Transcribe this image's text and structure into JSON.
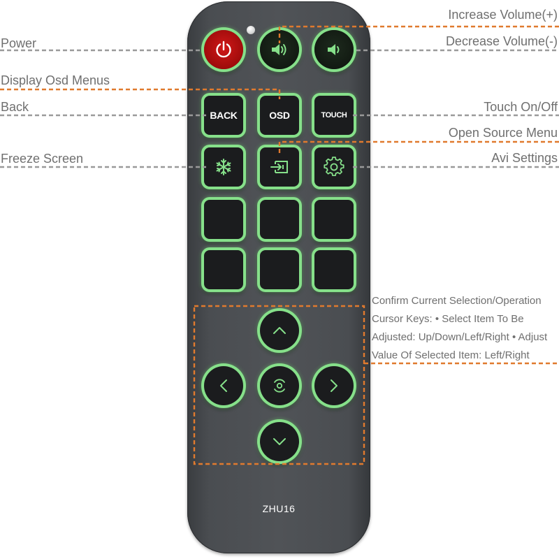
{
  "remote": {
    "model": "ZHU16"
  },
  "buttons": {
    "back_label": "BACK",
    "osd_label": "OSD",
    "touch_label": "TOUCH"
  },
  "callouts": {
    "power": "Power",
    "increase_volume": "Increase Volume(+)",
    "decrease_volume": "Decrease Volume(-)",
    "display_osd": "Display Osd Menus",
    "back": "Back",
    "touch": "Touch On/Off",
    "open_source": "Open Source Menu",
    "freeze": "Freeze Screen",
    "avi_settings": "Avi Settings",
    "cursor_notes": [
      "Confirm Current Selection/Operation",
      "Cursor Keys: • Select Item To Be",
      "Adjusted: Up/Down/Left/Right • Adjust",
      "Value Of Selected Item: Left/Right"
    ]
  },
  "colors": {
    "accent_glow": "#86e08a",
    "gray_leader": "#9a9a9a",
    "orange_leader": "#e07a2e",
    "power_red": "#c81010",
    "remote_body": "#4c4f53"
  },
  "icons": {
    "power": "power-icon",
    "volume_up": "speaker-up-icon",
    "volume_down": "speaker-down-icon",
    "freeze": "snowflake-icon",
    "source": "input-source-icon",
    "settings": "gear-icon",
    "up": "chevron-up-icon",
    "down": "chevron-down-icon",
    "left": "chevron-left-icon",
    "right": "chevron-right-icon",
    "ok": "target-icon"
  }
}
